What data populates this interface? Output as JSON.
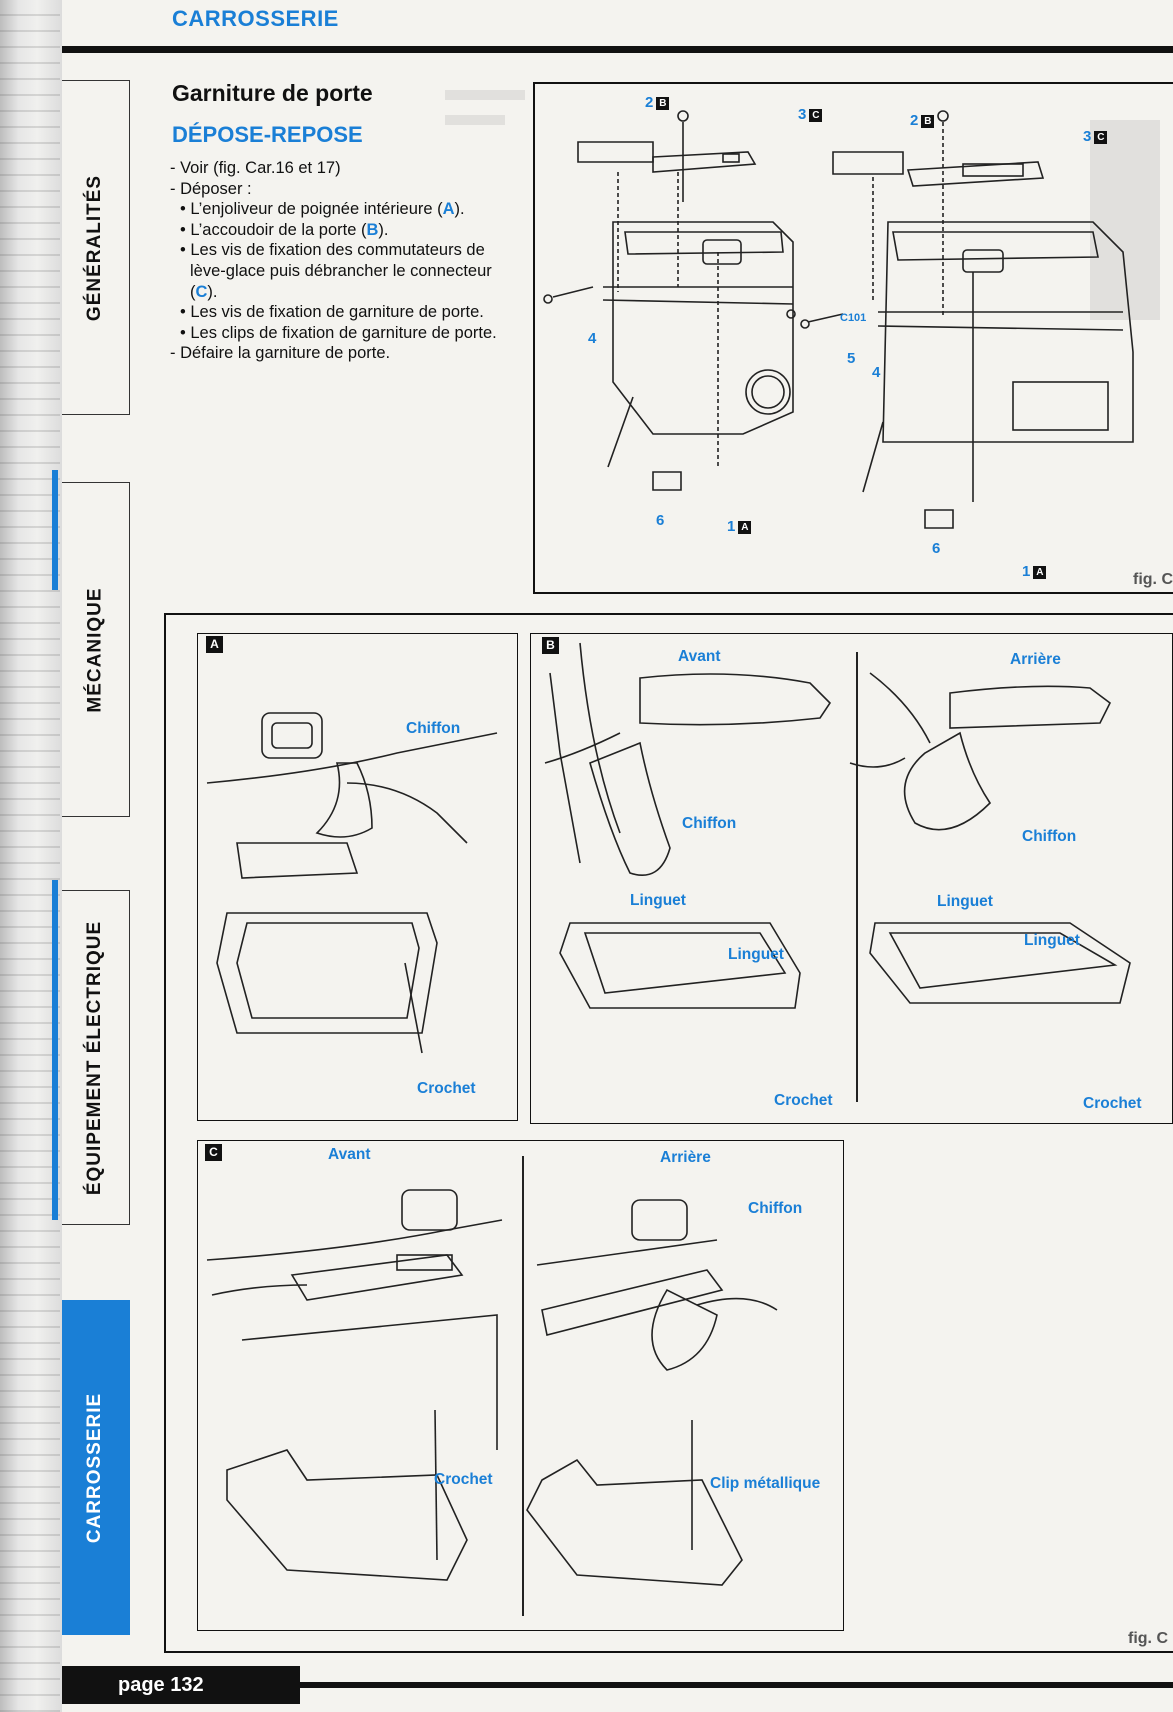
{
  "header": {
    "section": "CARROSSERIE"
  },
  "sidebar": {
    "tabs": [
      {
        "label": "GÉNÉRALITÉS",
        "active": false
      },
      {
        "label": "MÉCANIQUE",
        "active": false
      },
      {
        "label": "ÉQUIPEMENT ÉLECTRIQUE",
        "active": false
      },
      {
        "label": "CARROSSERIE",
        "active": true
      }
    ],
    "accent": "#1a7fd6"
  },
  "content": {
    "title": "Garniture de porte",
    "subtitle": "DÉPOSE-REPOSE",
    "intro1": "- Voir (fig. Car.16 et 17)",
    "intro2": "- Déposer :",
    "bullets": [
      {
        "pre": "• L’enjoliveur de poignée intérieure (",
        "key": "A",
        "post": ")."
      },
      {
        "pre": "• L’accoudoir de la porte (",
        "key": "B",
        "post": ")."
      },
      {
        "pre": "• Les vis de fixation des commutateurs de lève-glace puis débrancher le connecteur (",
        "key": "C",
        "post": ")."
      },
      {
        "pre": "• Les vis de fixation de garniture de porte.",
        "key": "",
        "post": ""
      },
      {
        "pre": "• Les clips de fixation de garniture de porte.",
        "key": "",
        "post": ""
      }
    ],
    "outro": "- Défaire la garniture de porte."
  },
  "figure16": {
    "caption": "fig. C",
    "left": {
      "n1": "1",
      "l1": "A",
      "n2": "2",
      "l2": "B",
      "n3": "3",
      "l3": "C",
      "n4": "4",
      "n6": "6"
    },
    "right": {
      "n1": "1",
      "l1": "A",
      "n2": "2",
      "l2": "B",
      "n3": "3",
      "l3": "C",
      "n4": "4",
      "n5": "5",
      "c101": "C101",
      "n6": "6"
    }
  },
  "figure17": {
    "caption": "fig. C",
    "panelA": {
      "letter": "A",
      "chiffon": "Chiffon",
      "crochet": "Crochet"
    },
    "panelB": {
      "letter": "B",
      "avant": "Avant",
      "arriere": "Arrière",
      "chiffon1": "Chiffon",
      "chiffon2": "Chiffon",
      "linguet1": "Linguet",
      "linguet2": "Linguet",
      "linguet3": "Linguet",
      "linguet4": "Linguet",
      "crochet1": "Crochet",
      "crochet2": "Crochet"
    },
    "panelC": {
      "letter": "C",
      "avant": "Avant",
      "arriere": "Arrière",
      "chiffon": "Chiffon",
      "crochet": "Crochet",
      "clip": "Clip métallique"
    }
  },
  "footer": {
    "page": "page 132"
  }
}
